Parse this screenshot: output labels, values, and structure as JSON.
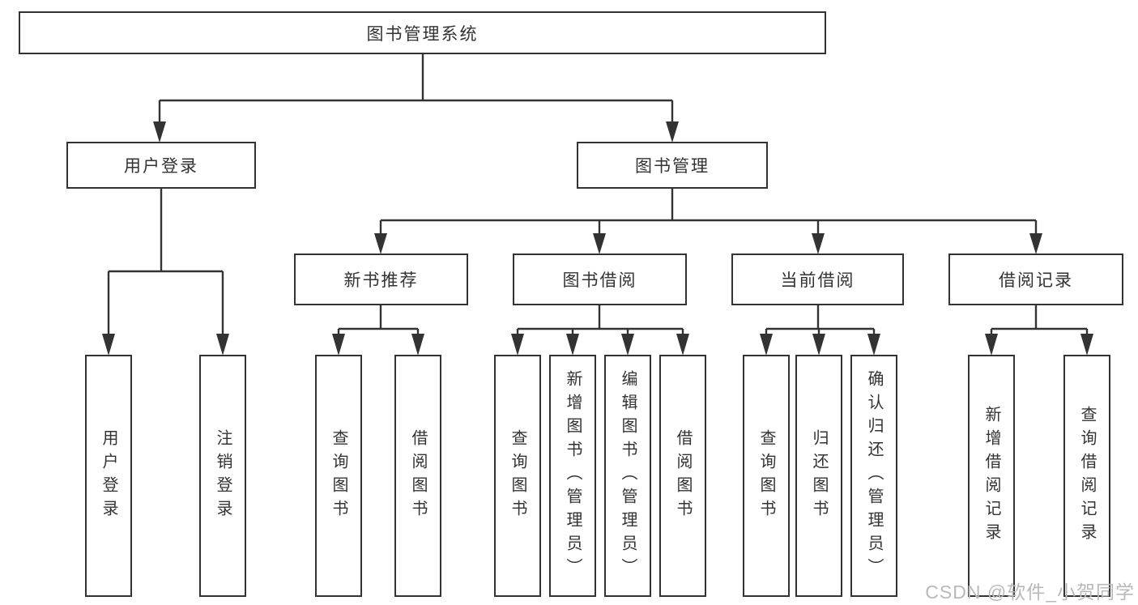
{
  "diagram": {
    "type": "tree",
    "colors": {
      "line": "#333333",
      "text": "#333333",
      "background": "#ffffff",
      "watermark": "#b9b9b9"
    },
    "root": {
      "label": "图书管理系统"
    },
    "branches": [
      {
        "label": "用户登录",
        "children": [
          {
            "label": "用户登录"
          },
          {
            "label": "注销登录"
          }
        ]
      },
      {
        "label": "图书管理",
        "children": [
          {
            "label": "新书推荐",
            "children": [
              {
                "label": "查询图书"
              },
              {
                "label": "借阅图书"
              }
            ]
          },
          {
            "label": "图书借阅",
            "children": [
              {
                "label": "查询图书"
              },
              {
                "label": "新增图书（管理员）"
              },
              {
                "label": "编辑图书（管理员）"
              },
              {
                "label": "借阅图书"
              }
            ]
          },
          {
            "label": "当前借阅",
            "children": [
              {
                "label": "查询图书"
              },
              {
                "label": "归还图书"
              },
              {
                "label": "确认归还（管理员）"
              }
            ]
          },
          {
            "label": "借阅记录",
            "children": [
              {
                "label": "新增借阅记录"
              },
              {
                "label": "查询借阅记录"
              }
            ]
          }
        ]
      }
    ]
  },
  "watermark": {
    "text": "CSDN @软件_小贺同学"
  }
}
